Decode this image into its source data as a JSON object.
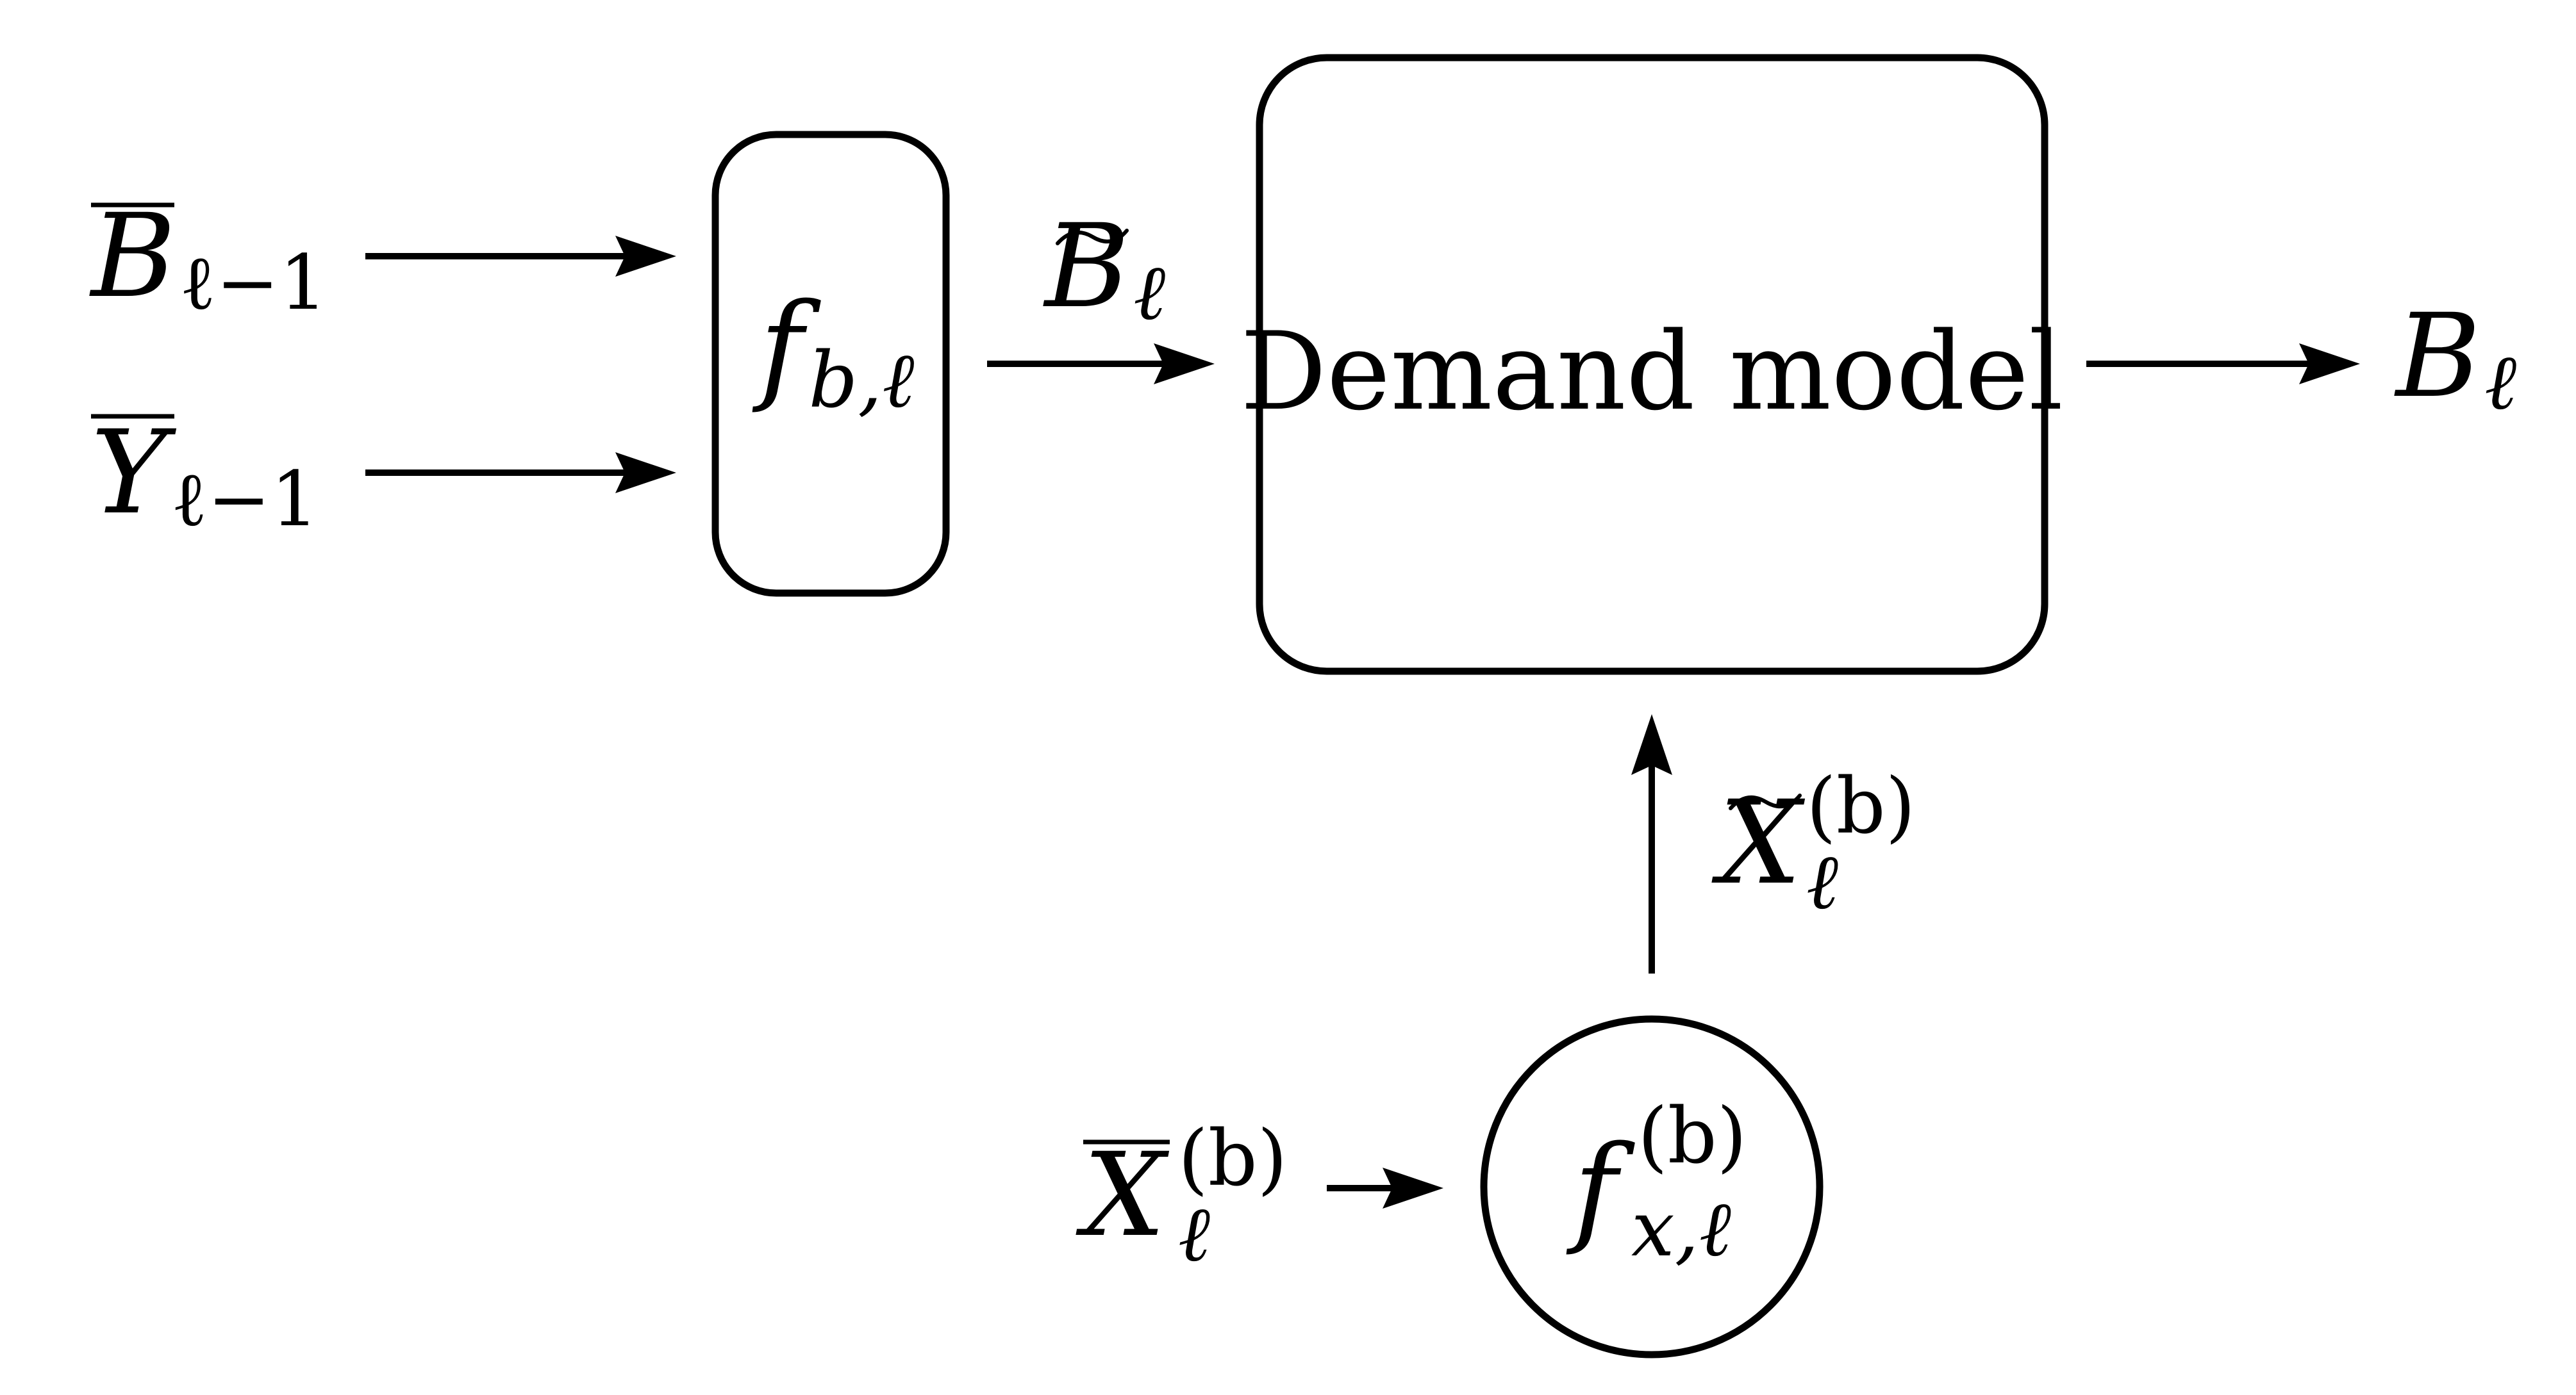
{
  "inputs": {
    "b_prev": {
      "symbol": "B",
      "sub": "ℓ−1"
    },
    "y_prev": {
      "symbol": "Y",
      "sub": "ℓ−1"
    },
    "x_bar": {
      "symbol": "X",
      "sub": "ℓ",
      "sup": "(b)"
    }
  },
  "blocks": {
    "f_b": {
      "symbol": "f",
      "sub": "b,ℓ"
    },
    "demand": {
      "label": "Demand model"
    },
    "f_x": {
      "symbol": "f",
      "sub": "x,ℓ",
      "sup": "(b)"
    }
  },
  "signals": {
    "b_tilde": {
      "symbol": "B",
      "sub": "ℓ"
    },
    "x_tilde": {
      "symbol": "X",
      "sub": "ℓ",
      "sup": "(b)"
    }
  },
  "outputs": {
    "b_out": {
      "symbol": "B",
      "sub": "ℓ"
    }
  }
}
